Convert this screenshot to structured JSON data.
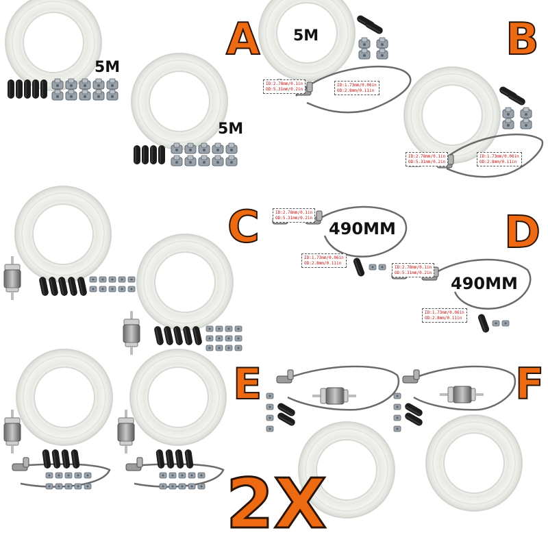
{
  "panels": {
    "a": {
      "letter": "A",
      "length_label_1": "5M",
      "length_label_2": "5M"
    },
    "b": {
      "letter": "B",
      "length_label": "5M",
      "spec_outlet": [
        "ID:2.78mm/0.1in",
        "OD:5.31mm/0.2in"
      ],
      "spec_pipe": [
        "ID:1.73mm/0.06in",
        "OD:2.8mm/0.11in"
      ]
    },
    "c": {
      "letter": "C",
      "length_label": "490MM",
      "spec_outlet": [
        "ID:2.78mm/0.1in",
        "OD:5.31mm/0.2in"
      ],
      "spec_pipe": [
        "ID:1.73mm/0.06in",
        "OD:2.8mm/0.11in"
      ]
    },
    "d": {
      "letter": "D",
      "length_label": "490MM",
      "spec_outlet": [
        "ID:2.78mm/0.1in",
        "OD:5.31mm/0.2in"
      ],
      "spec_pipe": [
        "ID:1.73mm/0.06in",
        "OD:2.8mm/0.11in"
      ]
    },
    "e": {
      "letter": "E"
    },
    "f": {
      "letter": "F"
    }
  },
  "quantity_label": "2X",
  "colors": {
    "letter_fill": "#ee6a12",
    "letter_outline": "#2a1405",
    "tube": "#eef0ea",
    "sleeve": "#1c1c1c",
    "clamp": "#9aa3ab",
    "spec_text": "#c01010"
  },
  "icons": [
    "fuel-hose-coil-icon",
    "rubber-sleeve-icon",
    "hose-clamp-icon",
    "inline-fuel-filter-icon",
    "metal-fuel-pipe-icon",
    "elbow-connector-icon"
  ]
}
